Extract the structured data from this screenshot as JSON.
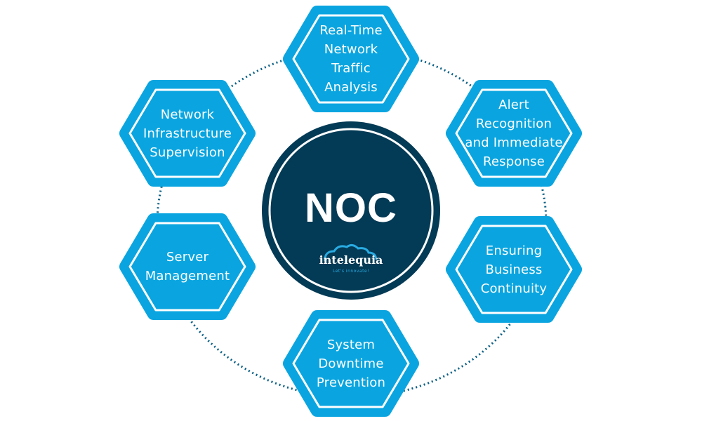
{
  "center": {
    "title": "NOC",
    "logo_text": "intelequia",
    "logo_tagline": "Let's innovate!"
  },
  "nodes": [
    {
      "label": "Real-Time Network Traffic Analysis",
      "lines": [
        "Real-Time",
        "Network",
        "Traffic",
        "Analysis"
      ]
    },
    {
      "label": "Alert Recognition and Immediate Response",
      "lines": [
        "Alert",
        "Recognition",
        "and Immediate",
        "Response"
      ]
    },
    {
      "label": "Ensuring Business Continuity",
      "lines": [
        "Ensuring",
        "Business",
        "Continuity"
      ]
    },
    {
      "label": "System Downtime Prevention",
      "lines": [
        "System",
        "Downtime",
        "Prevention"
      ]
    },
    {
      "label": "Server Management",
      "lines": [
        "Server",
        "Management"
      ]
    },
    {
      "label": "Network Infrastructure Supervision",
      "lines": [
        "Network",
        "Infrastructure",
        "Supervision"
      ]
    }
  ],
  "colors": {
    "hex_fill": "#0aa5e0",
    "center_fill": "#033a55",
    "dotted_ring": "#0a5f85"
  }
}
